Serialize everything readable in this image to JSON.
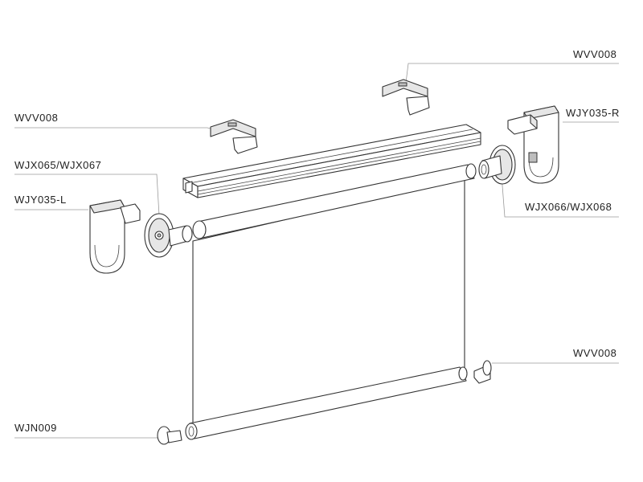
{
  "diagram": {
    "labels": {
      "top_right_bracket": "WVV008",
      "top_left_bracket": "WVV008",
      "right_end_bracket": "WJY035-R",
      "left_tube_plug": "WJX065/WJX067",
      "left_end_bracket": "WJY035-L",
      "right_tube_plug": "WJX066/WJX068",
      "bottom_right_cap": "WVV008",
      "bottom_left_cap": "WJN009"
    }
  }
}
